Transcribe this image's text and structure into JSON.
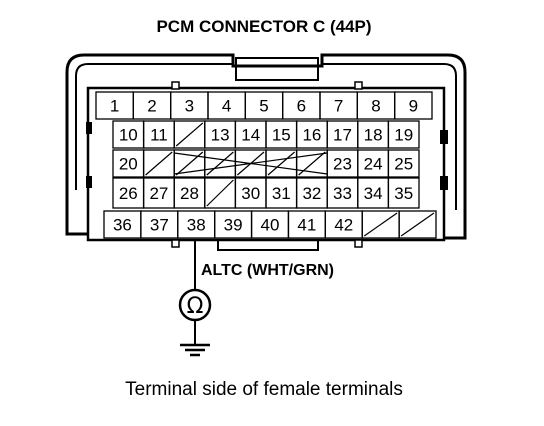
{
  "title": "PCM CONNECTOR C (44P)",
  "wire_label": "ALTC (WHT/GRN)",
  "caption": "Terminal side of female terminals",
  "ohmmeter_symbol": "Ω",
  "connector": {
    "rows": [
      [
        "1",
        "2",
        "3",
        "4",
        "5",
        "6",
        "7",
        "8",
        "9"
      ],
      [
        "10",
        "11",
        "",
        "13",
        "14",
        "15",
        "16",
        "17",
        "18",
        "19"
      ],
      [
        "20",
        "",
        "",
        "",
        "",
        "",
        "",
        "23",
        "24",
        "25"
      ],
      [
        "26",
        "27",
        "28",
        "",
        "30",
        "31",
        "32",
        "33",
        "34",
        "35"
      ],
      [
        "36",
        "37",
        "38",
        "39",
        "40",
        "41",
        "42",
        "",
        ""
      ]
    ],
    "probed_terminal": "38"
  }
}
